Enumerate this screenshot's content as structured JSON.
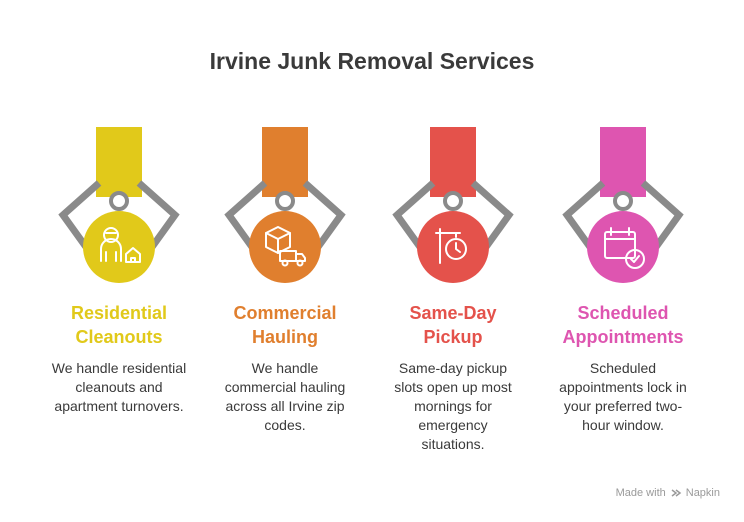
{
  "title": "Irvine Junk Removal Services",
  "services": [
    {
      "heading": [
        "Residential",
        "Cleanouts"
      ],
      "description": [
        "We handle residential",
        "cleanouts and",
        "apartment turnovers."
      ],
      "color": "#E1C91A",
      "icon": "person-house-icon"
    },
    {
      "heading": [
        "Commercial",
        "Hauling"
      ],
      "description": [
        "We handle",
        "commercial hauling",
        "across all Irvine zip",
        "codes."
      ],
      "color": "#E07F2E",
      "icon": "box-truck-icon"
    },
    {
      "heading": [
        "Same-Day",
        "Pickup"
      ],
      "description": [
        "Same-day pickup",
        "slots open up most",
        "mornings for",
        "emergency",
        "situations."
      ],
      "color": "#E4524B",
      "icon": "signpost-clock-icon"
    },
    {
      "heading": [
        "Scheduled",
        "Appointments"
      ],
      "description": [
        "Scheduled",
        "appointments lock in",
        "your preferred two-",
        "hour window."
      ],
      "color": "#DE55B0",
      "icon": "calendar-check-icon"
    }
  ],
  "footer": {
    "made_with": "Made with",
    "brand": "Napkin"
  },
  "colors": {
    "claw": "#8A8A8A",
    "title": "#3A3A3A"
  }
}
